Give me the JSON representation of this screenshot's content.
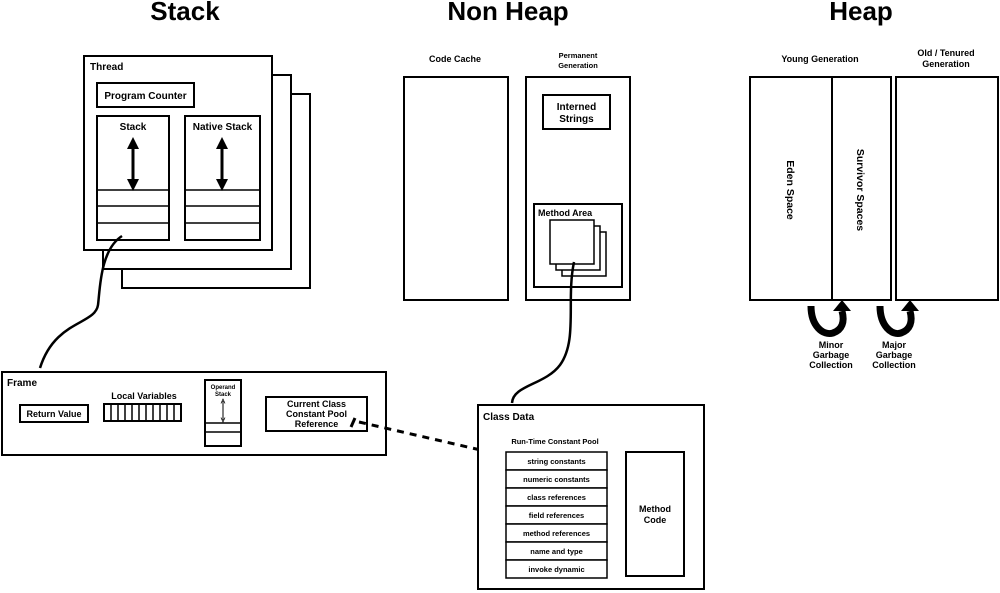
{
  "sections": {
    "stack": "Stack",
    "non_heap": "Non Heap",
    "heap": "Heap"
  },
  "thread": {
    "title": "Thread",
    "program_counter": "Program Counter",
    "stack": "Stack",
    "native_stack": "Native Stack"
  },
  "frame": {
    "title": "Frame",
    "return_value": "Return Value",
    "local_variables": "Local Variables",
    "operand_stack": [
      "Operand",
      "Stack"
    ],
    "ccp_ref": [
      "Current Class",
      "Constant Pool",
      "Reference"
    ]
  },
  "non_heap": {
    "code_cache": "Code Cache",
    "permanent_generation": [
      "Permanent",
      "Generation"
    ],
    "interned_strings": [
      "Interned",
      "Strings"
    ],
    "method_area": "Method Area"
  },
  "heap": {
    "young_generation": "Young Generation",
    "old_generation": [
      "Old / Tenured",
      "Generation"
    ],
    "eden_space": "Eden Space",
    "survivor_spaces": "Survivor Spaces",
    "minor_gc": [
      "Minor",
      "Garbage",
      "Collection"
    ],
    "major_gc": [
      "Major",
      "Garbage",
      "Collection"
    ]
  },
  "class_data": {
    "title": "Class Data",
    "rtcp_title": "Run-Time Constant Pool",
    "rtcp_items": [
      "string constants",
      "numeric constants",
      "class references",
      "field references",
      "method references",
      "name and type",
      "invoke dynamic"
    ],
    "method_code": [
      "Method",
      "Code"
    ]
  }
}
